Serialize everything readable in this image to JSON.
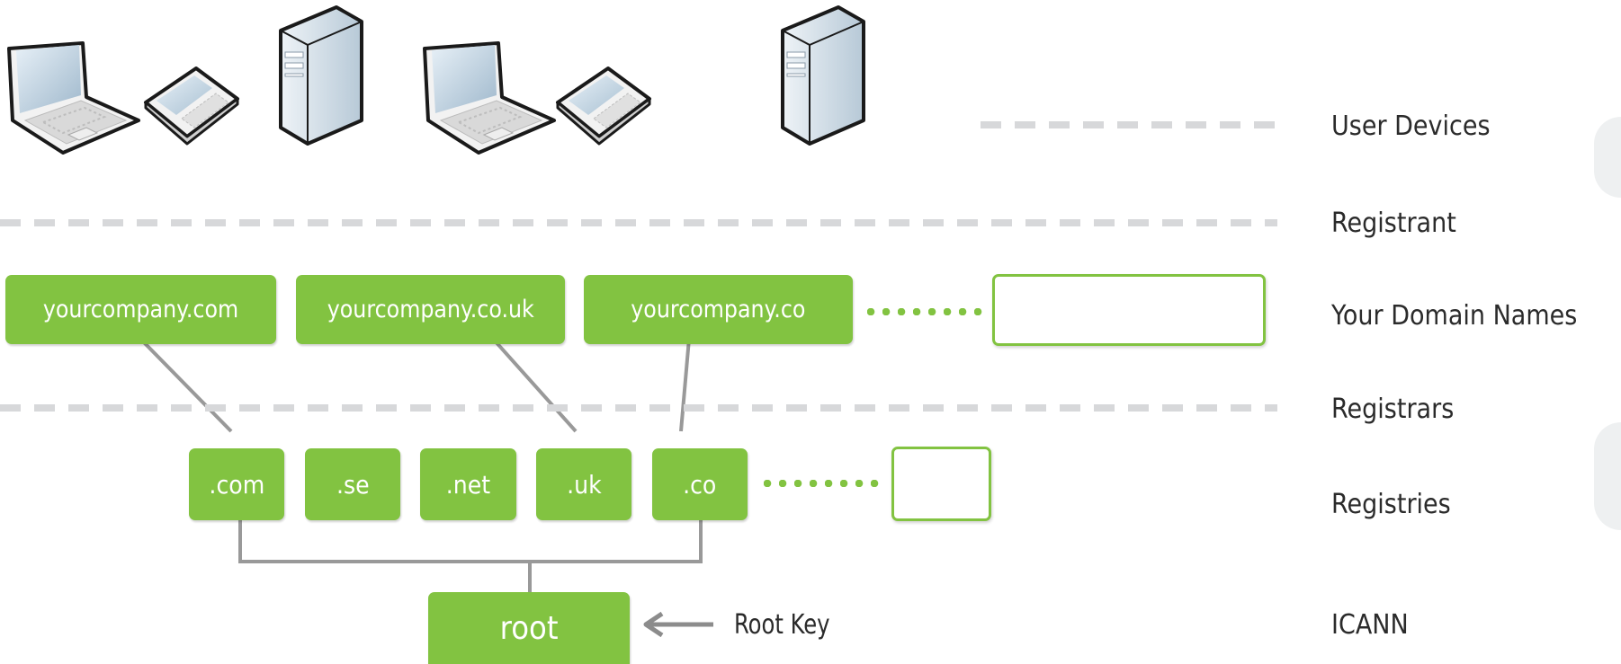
{
  "layers": [
    {
      "id": "user-devices",
      "label": "User Devices"
    },
    {
      "id": "registrant",
      "label": "Registrant"
    },
    {
      "id": "domain-names",
      "label": "Your Domain Names"
    },
    {
      "id": "registrars",
      "label": "Registrars"
    },
    {
      "id": "registries",
      "label": "Registries"
    },
    {
      "id": "icann",
      "label": "ICANN"
    }
  ],
  "domains": [
    "yourcompany.com",
    "yourcompany.co.uk",
    "yourcompany.co"
  ],
  "tlds": [
    ".com",
    ".se",
    ".net",
    ".uk",
    ".co"
  ],
  "root": {
    "label": "root",
    "key_label": "Root Key"
  },
  "devices": [
    "laptop",
    "tablet",
    "server",
    "laptop",
    "tablet",
    "server"
  ],
  "colors": {
    "accent": "#82c341",
    "dash": "#d7d8da",
    "connector": "#999999",
    "text": "#2b2b2b"
  }
}
